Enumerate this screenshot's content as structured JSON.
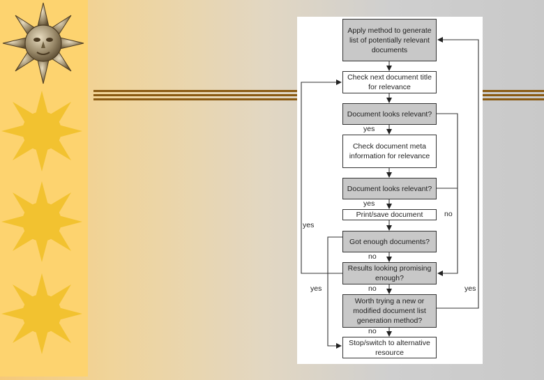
{
  "boxes": {
    "apply_method": "Apply method to generate list of potentially relevant documents",
    "check_title": "Check next document title for relevance",
    "looks_relevant_1": "Document looks relevant?",
    "check_meta": "Check document meta information for relevance",
    "looks_relevant_2": "Document looks relevant?",
    "print_save": "Print/save document",
    "got_enough": "Got enough documents?",
    "results_promising": "Results looking promising enough?",
    "worth_trying": "Worth trying a new or modified document list generation method?",
    "stop_switch": "Stop/switch to alternative resource"
  },
  "labels": {
    "yes_1": "yes",
    "yes_2": "yes",
    "no_right": "no",
    "yes_left_upper": "yes",
    "no_1": "no",
    "yes_left_lower": "yes",
    "no_2": "no",
    "yes_right": "yes",
    "no_3": "no"
  },
  "colors": {
    "decision_fill": "#c8c8c8",
    "process_fill": "#ffffff",
    "sidebar": "#fdd36f",
    "sun": "#f2c230",
    "bar": "#8a5a12"
  },
  "icons": [
    "sun-face-icon",
    "sun-icon",
    "sun-icon",
    "sun-icon"
  ]
}
